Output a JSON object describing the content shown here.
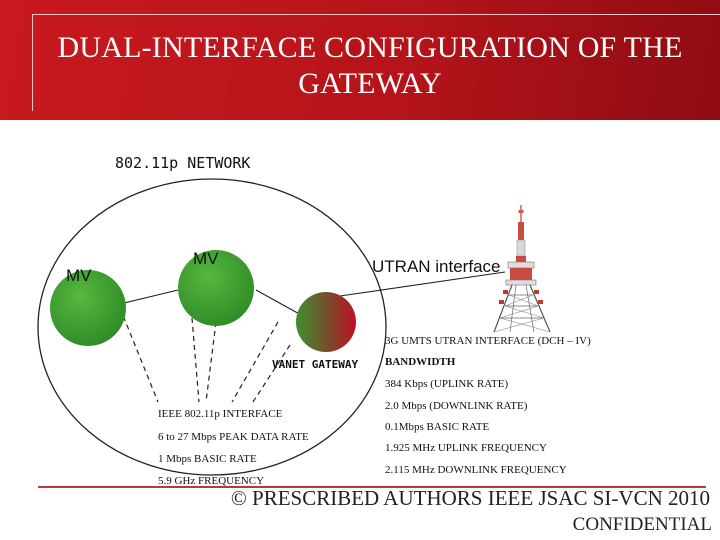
{
  "header": {
    "title_line1": "DUAL-INTERFACE CONFIGURATION OF THE",
    "title_line2": "GATEWAY",
    "bg_color": "#c8191f"
  },
  "diagram": {
    "network_label": "802.11p NETWORK",
    "mv_left": "MV",
    "mv_center": "MV",
    "utran_label": "UTRAN interface",
    "gateway_label": "VANET GATEWAY",
    "node_color": "#3f9f2f",
    "gateway_color_left": "#3f8f2f",
    "gateway_color_right": "#c01024",
    "ieee_specs": [
      "IEEE 802.11p INTERFACE",
      "6 to 27 Mbps PEAK DATA RATE",
      "1 Mbps BASIC RATE",
      "5.9 GHz FREQUENCY"
    ],
    "umts_specs": [
      "3G UMTS UTRAN INTERFACE (DCH – IV)",
      "BANDWIDTH",
      "384 Kbps (UPLINK RATE)",
      "2.0 Mbps (DOWNLINK RATE)",
      "0.1Mbps BASIC RATE",
      "1.925 MHz UPLINK FREQUENCY",
      "2.115 MHz DOWNLINK FREQUENCY"
    ]
  },
  "footer": {
    "copyright": "© PRESCRIBED AUTHORS IEEE JSAC SI-VCN 2010",
    "confidential": "CONFIDENTIAL"
  }
}
